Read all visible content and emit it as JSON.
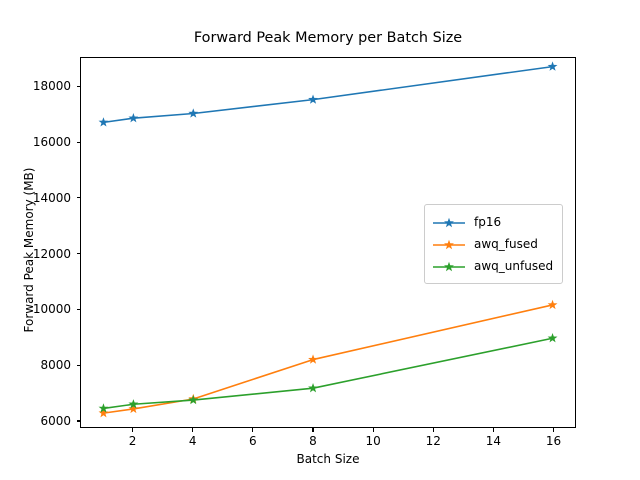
{
  "chart_data": {
    "type": "line",
    "title": "Forward Peak Memory per Batch Size",
    "xlabel": "Batch Size",
    "ylabel": "Forward Peak Memory (MB)",
    "x": [
      1,
      2,
      4,
      8,
      16
    ],
    "xlim": [
      0.25,
      16.75
    ],
    "ylim": [
      5750,
      19050
    ],
    "xticks": [
      2,
      4,
      6,
      8,
      10,
      12,
      14,
      16
    ],
    "xtick_labels": [
      "2",
      "4",
      "6",
      "8",
      "10",
      "12",
      "14",
      "16"
    ],
    "yticks": [
      6000,
      8000,
      10000,
      12000,
      14000,
      16000,
      18000
    ],
    "ytick_labels": [
      "6000",
      "8000",
      "10000",
      "12000",
      "14000",
      "16000",
      "18000"
    ],
    "grid": false,
    "legend_position": "center right",
    "marker": "star",
    "series": [
      {
        "name": "fp16",
        "color": "#1f77b4",
        "values": [
          16730,
          16880,
          17050,
          17550,
          18740
        ]
      },
      {
        "name": "awq_fused",
        "color": "#ff7f0e",
        "values": [
          6250,
          6400,
          6760,
          8180,
          10150
        ]
      },
      {
        "name": "awq_unfused",
        "color": "#2ca02c",
        "values": [
          6420,
          6570,
          6720,
          7150,
          8950
        ]
      }
    ]
  },
  "legend": {
    "entries": [
      {
        "label": "fp16"
      },
      {
        "label": "awq_fused"
      },
      {
        "label": "awq_unfused"
      }
    ]
  }
}
